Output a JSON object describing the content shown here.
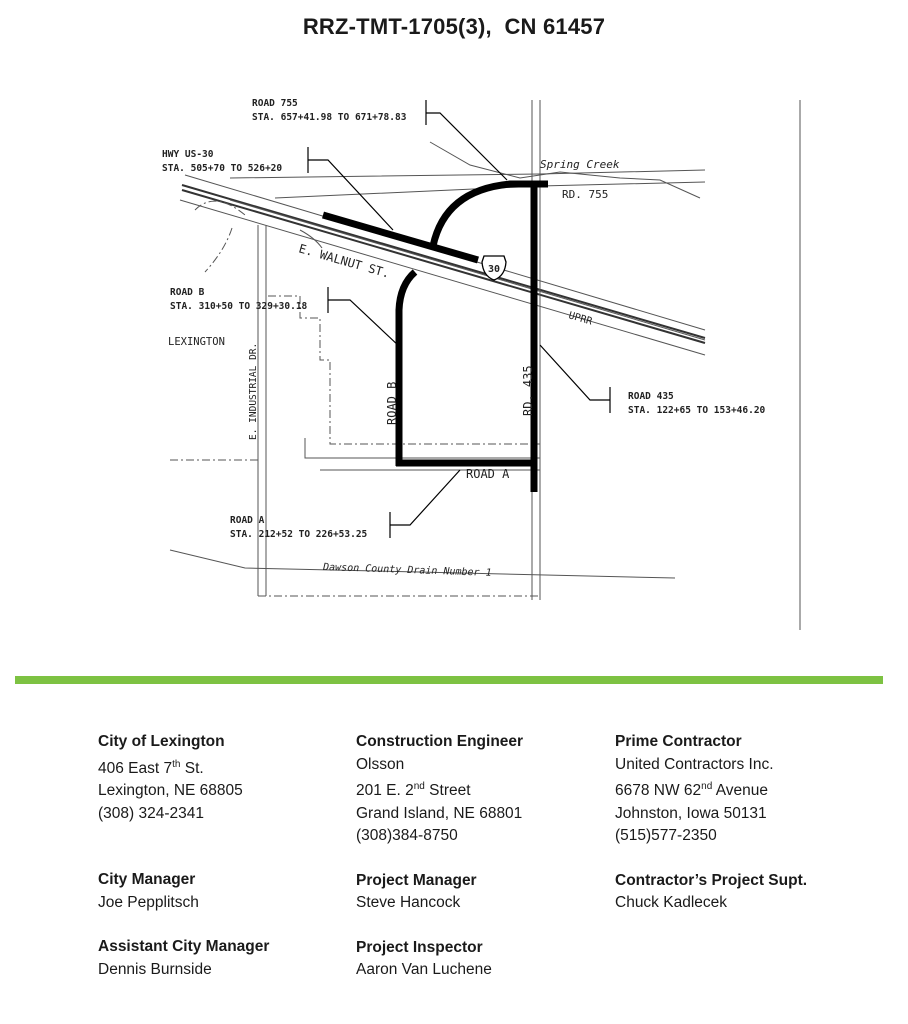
{
  "title": "RRZ-TMT-1705(3),  CN 61457",
  "map": {
    "labels": {
      "road755_name": "ROAD 755",
      "road755_sta": "STA. 657+41.98 TO 671+78.83",
      "hwy_name": "HWY US-30",
      "hwy_sta": "STA. 505+70 TO 526+20",
      "roadb_name": "ROAD B",
      "roadb_sta": "STA. 310+50 TO 329+30.18",
      "road435_name": "ROAD 435",
      "road435_sta": "STA. 122+65 TO 153+46.20",
      "roada_name": "ROAD A",
      "roada_sta": "STA. 212+52 TO 226+53.25",
      "spring_creek": "Spring Creek",
      "rd755": "RD. 755",
      "walnut": "E. WALNUT ST.",
      "shield": "30",
      "uprr": "UPRR",
      "lexington": "LEXINGTON",
      "industrial": "E. INDUSTRIAL DR.",
      "road_b_vert": "ROAD B",
      "rd435_vert": "RD. 435",
      "road_a": "ROAD A",
      "drain": "Dawson County Drain Number 1"
    }
  },
  "contacts": {
    "col1": [
      {
        "heading": "City of Lexington",
        "lines": [
          "406 East 7th St.",
          "Lexington, NE 68805",
          "(308) 324-2341"
        ]
      },
      {
        "heading": "City Manager",
        "lines": [
          "Joe Pepplitsch"
        ]
      },
      {
        "heading": "Assistant City Manager",
        "lines": [
          "Dennis Burnside"
        ]
      }
    ],
    "col2": [
      {
        "heading": "Construction Engineer",
        "lines": [
          "Olsson",
          "201 E. 2nd Street",
          "Grand Island, NE 68801",
          "(308)384-8750"
        ]
      },
      {
        "heading": "Project Manager",
        "lines": [
          "Steve Hancock"
        ]
      },
      {
        "heading": "Project Inspector",
        "lines": [
          "Aaron Van Luchene"
        ]
      }
    ],
    "col3": [
      {
        "heading": "Prime Contractor",
        "lines": [
          "United Contractors Inc.",
          "6678 NW 62nd Avenue",
          "Johnston, Iowa 50131",
          "(515)577-2350"
        ]
      },
      {
        "heading": "Contractor’s Project Supt.",
        "lines": [
          "Chuck Kadlecek"
        ]
      }
    ]
  }
}
